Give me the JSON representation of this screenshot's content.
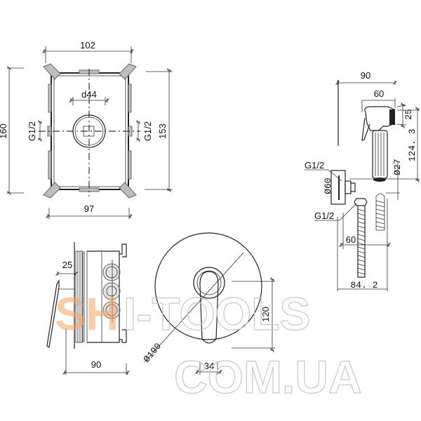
{
  "watermark": {
    "brand_accent": "SH",
    "brand_rest": "I-TOOLS",
    "domain": "COM.UA",
    "accent_color": "#f3a868"
  },
  "box_front": {
    "width_top": "102",
    "height_left": "160",
    "height_right": "153",
    "width_bottom": "97",
    "center_diameter": "d44",
    "thread_left": "G1/2",
    "thread_right": "G1/2"
  },
  "sprayer": {
    "total_width": "90",
    "head_width": "60",
    "head_height": "25",
    "height": "124. 3",
    "handle_diameter": "Ø27",
    "outlet_diameter": "Ø60",
    "thread_upper": "G1/2",
    "thread_lower": "G1/2",
    "hose_offset": "60",
    "total_depth": "84. 2"
  },
  "box_side": {
    "plate_depth": "25",
    "depth": "90"
  },
  "mixer_front": {
    "plate_diameter": "Ø190",
    "handle_height": "120",
    "handle_width": "34"
  }
}
